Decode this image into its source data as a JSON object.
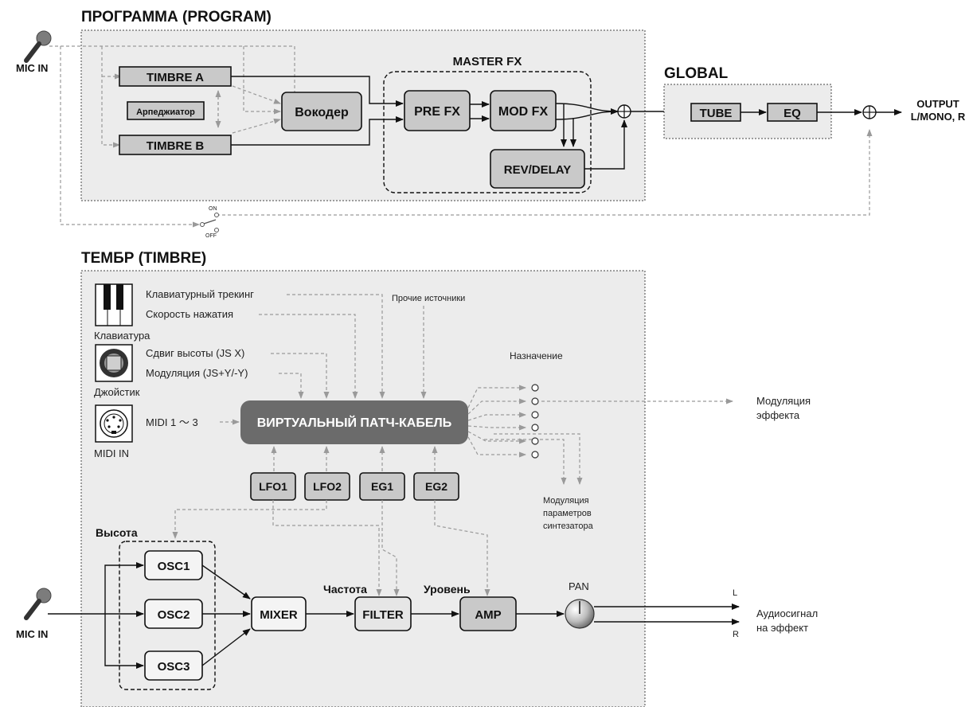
{
  "colors": {
    "panel": "#ececec",
    "block": "#c9c9c9",
    "patch_cable": "#6b6b6b",
    "signal": "#111111",
    "modulation": "#9a9a9a"
  },
  "program": {
    "title": "ПРОГРАММА (PROGRAM)",
    "mic_in": "MIC IN",
    "timbre_a": "TIMBRE A",
    "timbre_b": "TIMBRE B",
    "arpeggiator": "Арпеджиатор",
    "vocoder": "Вокодер",
    "master_fx_title": "MASTER FX",
    "pre_fx": "PRE FX",
    "mod_fx": "MOD FX",
    "rev_delay": "REV/DELAY",
    "switch_on": "ON",
    "switch_off": "OFF"
  },
  "global": {
    "title": "GLOBAL",
    "tube": "TUBE",
    "eq": "EQ",
    "output_line1": "OUTPUT",
    "output_line2": "L/MONO, R"
  },
  "timbre": {
    "title": "ТЕМБР (TIMBRE)",
    "keyboard_label": "Клавиатура",
    "key_tracking": "Клавиатурный трекинг",
    "velocity": "Скорость нажатия",
    "joystick_label": "Джойстик",
    "pitch_bend": "Сдвиг высоты (JS X)",
    "modulation_js": "Модуляция (JS+Y/-Y)",
    "midi_in_label": "MIDI IN",
    "midi_cc": "MIDI 1 〜 3",
    "other_sources": "Прочие источники",
    "virtual_patch": "ВИРТУАЛЬНЫЙ ПАТЧ-КАБЕЛЬ",
    "destination": "Назначение",
    "fx_mod_line1": "Модуляция",
    "fx_mod_line2": "эффекта",
    "synth_mod_line1": "Модуляция",
    "synth_mod_line2": "параметров",
    "synth_mod_line3": "синтезатора",
    "lfo1": "LFO1",
    "lfo2": "LFO2",
    "eg1": "EG1",
    "eg2": "EG2",
    "pitch_label": "Высота",
    "osc1": "OSC1",
    "osc2": "OSC2",
    "osc3": "OSC3",
    "mixer": "MIXER",
    "cutoff_label": "Частота",
    "filter": "FILTER",
    "level_label": "Уровень",
    "amp": "AMP",
    "pan": "PAN",
    "out_l": "L",
    "out_r": "R",
    "audio_line1": "Аудиосигнал",
    "audio_line2": "на эффект",
    "mic_in": "MIC IN"
  }
}
